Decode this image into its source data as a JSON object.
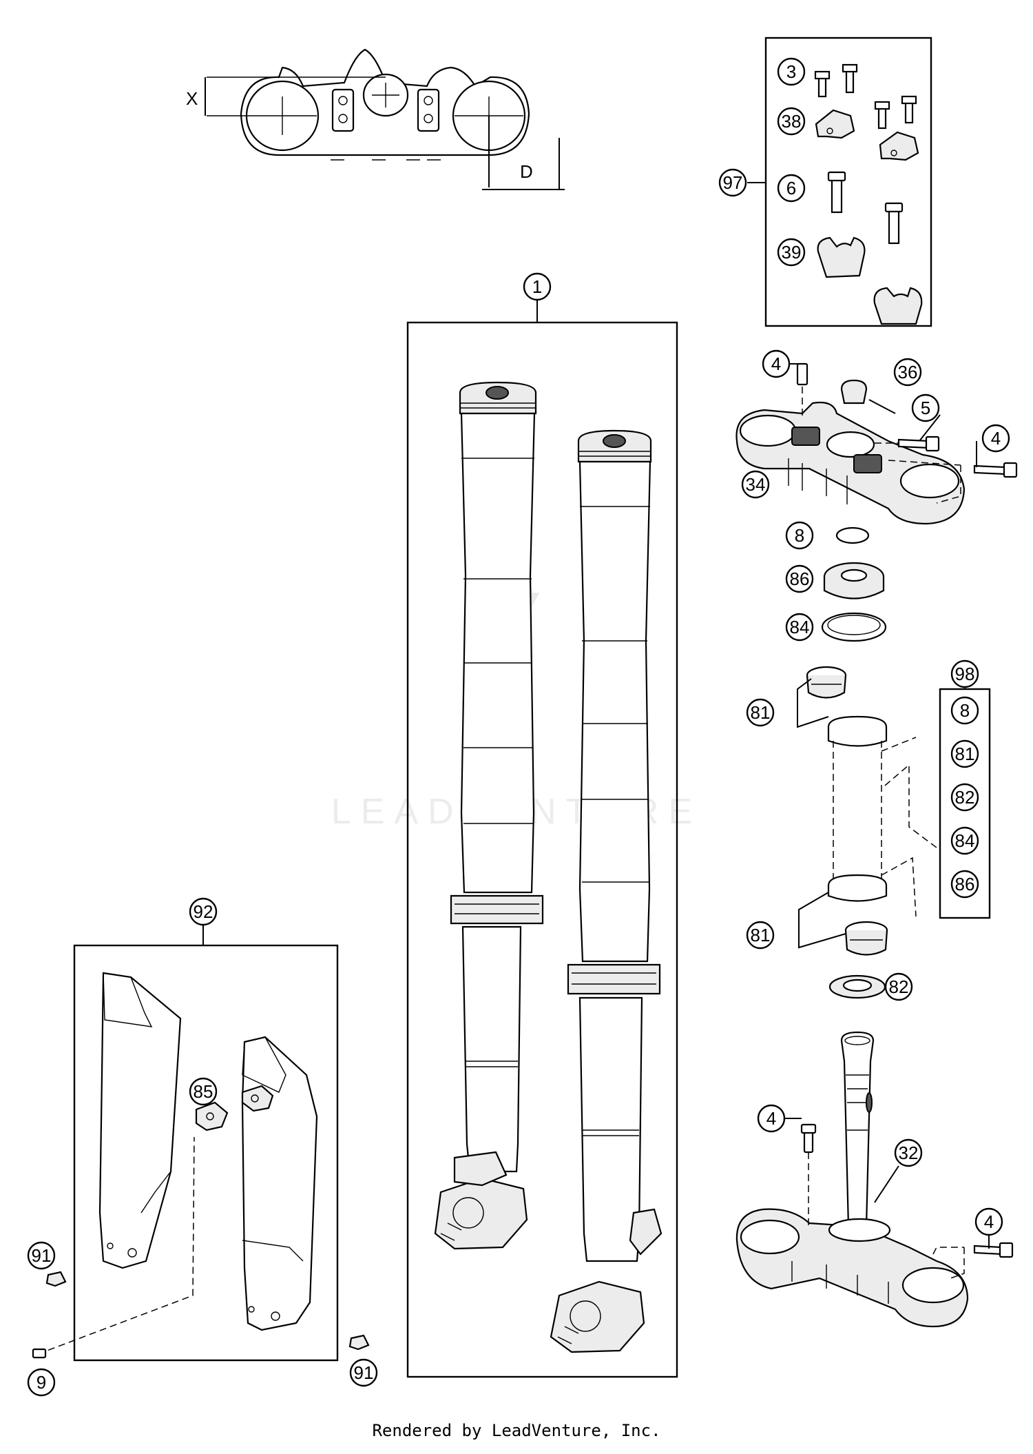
{
  "diagram": {
    "dimension_labels": {
      "x": "X",
      "d": "D"
    },
    "watermark": "LEADVENTURE",
    "callouts": [
      {
        "id": "1",
        "label": "1"
      },
      {
        "id": "3",
        "label": "3"
      },
      {
        "id": "38",
        "label": "38"
      },
      {
        "id": "97",
        "label": "97"
      },
      {
        "id": "6",
        "label": "6"
      },
      {
        "id": "39",
        "label": "39"
      },
      {
        "id": "4a",
        "label": "4"
      },
      {
        "id": "36",
        "label": "36"
      },
      {
        "id": "5",
        "label": "5"
      },
      {
        "id": "4b",
        "label": "4"
      },
      {
        "id": "34",
        "label": "34"
      },
      {
        "id": "8a",
        "label": "8"
      },
      {
        "id": "86a",
        "label": "86"
      },
      {
        "id": "84a",
        "label": "84"
      },
      {
        "id": "98",
        "label": "98"
      },
      {
        "id": "81a",
        "label": "81"
      },
      {
        "id": "8b",
        "label": "8"
      },
      {
        "id": "81b",
        "label": "81"
      },
      {
        "id": "82b",
        "label": "82"
      },
      {
        "id": "84b",
        "label": "84"
      },
      {
        "id": "86b",
        "label": "86"
      },
      {
        "id": "81c",
        "label": "81"
      },
      {
        "id": "82a",
        "label": "82"
      },
      {
        "id": "92",
        "label": "92"
      },
      {
        "id": "85",
        "label": "85"
      },
      {
        "id": "4c",
        "label": "4"
      },
      {
        "id": "32",
        "label": "32"
      },
      {
        "id": "4d",
        "label": "4"
      },
      {
        "id": "91a",
        "label": "91"
      },
      {
        "id": "9",
        "label": "9"
      },
      {
        "id": "91b",
        "label": "91"
      }
    ]
  },
  "footer": {
    "text": "Rendered by LeadVenture, Inc."
  }
}
